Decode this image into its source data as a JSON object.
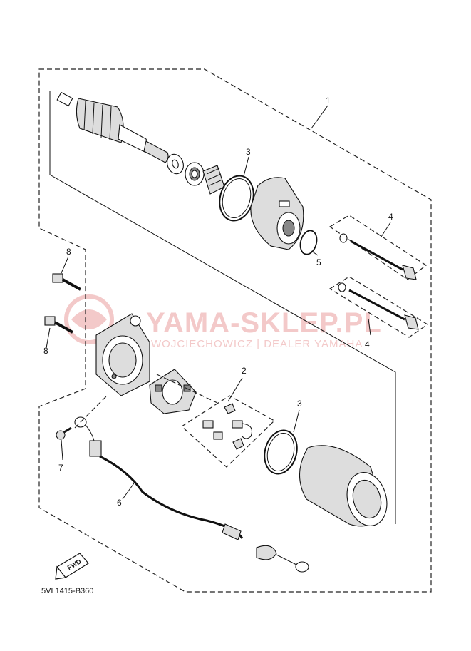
{
  "watermark": {
    "title": "YAMA-SKLEP.PL",
    "subtitle": "WOJCIECHOWICZ | DEALER YAMAHA"
  },
  "callouts": {
    "c1": "1",
    "c2": "2",
    "c3a": "3",
    "c3b": "3",
    "c4a": "4",
    "c4b": "4",
    "c5": "5",
    "c6": "6",
    "c7": "7",
    "c8a": "8",
    "c8b": "8"
  },
  "fwd_label": "FWD",
  "diagram_code": "5VL1415-B360",
  "colors": {
    "line": "#111111",
    "watermark": "#f3c9c9",
    "background": "#ffffff"
  }
}
